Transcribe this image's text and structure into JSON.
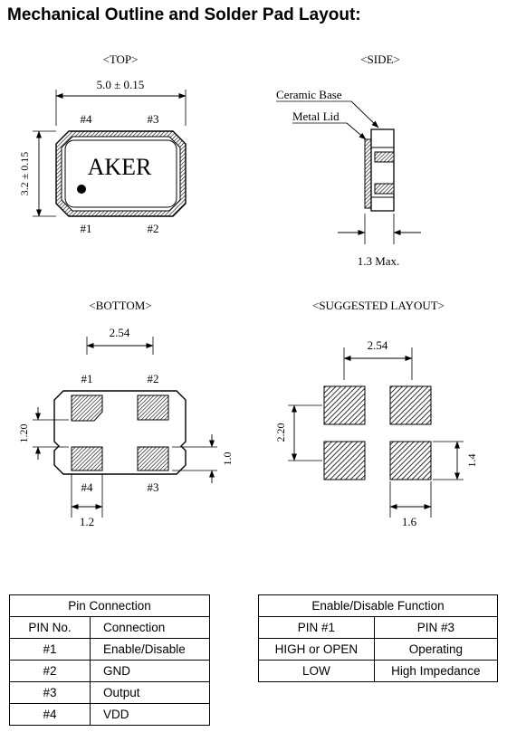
{
  "title": "Mechanical Outline and Solder Pad Layout:",
  "views": {
    "top": {
      "label": "<TOP>",
      "width_dim": "5.0 ± 0.15",
      "height_dim": "3.2 ± 0.15",
      "marking": "AKER",
      "pins": [
        "#4",
        "#3",
        "#1",
        "#2"
      ]
    },
    "side": {
      "label": "<SIDE>",
      "ceramic_base": "Ceramic Base",
      "metal_lid": "Metal Lid",
      "height_dim": "1.3 Max."
    },
    "bottom": {
      "label": "<BOTTOM>",
      "pitch_dim": "2.54",
      "pins_top": [
        "#1",
        "#2"
      ],
      "pins_bottom": [
        "#4",
        "#3"
      ],
      "pad_spacing_dim": "1.20",
      "pad_height_dim": "1.0",
      "pad_width_dim": "1.2"
    },
    "layout": {
      "label": "<SUGGESTED LAYOUT>",
      "pitch_dim": "2.54",
      "vertical_pitch_dim": "2.20",
      "pad_height_dim": "1.4",
      "pad_width_dim": "1.6"
    }
  },
  "pin_table": {
    "title": "Pin Connection",
    "headers": [
      "PIN No.",
      "Connection"
    ],
    "rows": [
      {
        "pin": "#1",
        "connection": "Enable/Disable"
      },
      {
        "pin": "#2",
        "connection": "GND"
      },
      {
        "pin": "#3",
        "connection": "Output"
      },
      {
        "pin": "#4",
        "connection": "VDD"
      }
    ]
  },
  "function_table": {
    "title": "Enable/Disable Function",
    "headers": [
      "PIN #1",
      "PIN #3"
    ],
    "rows": [
      {
        "pin1": "HIGH or OPEN",
        "pin3": "Operating"
      },
      {
        "pin1": "LOW",
        "pin3": "High Impedance"
      }
    ]
  }
}
